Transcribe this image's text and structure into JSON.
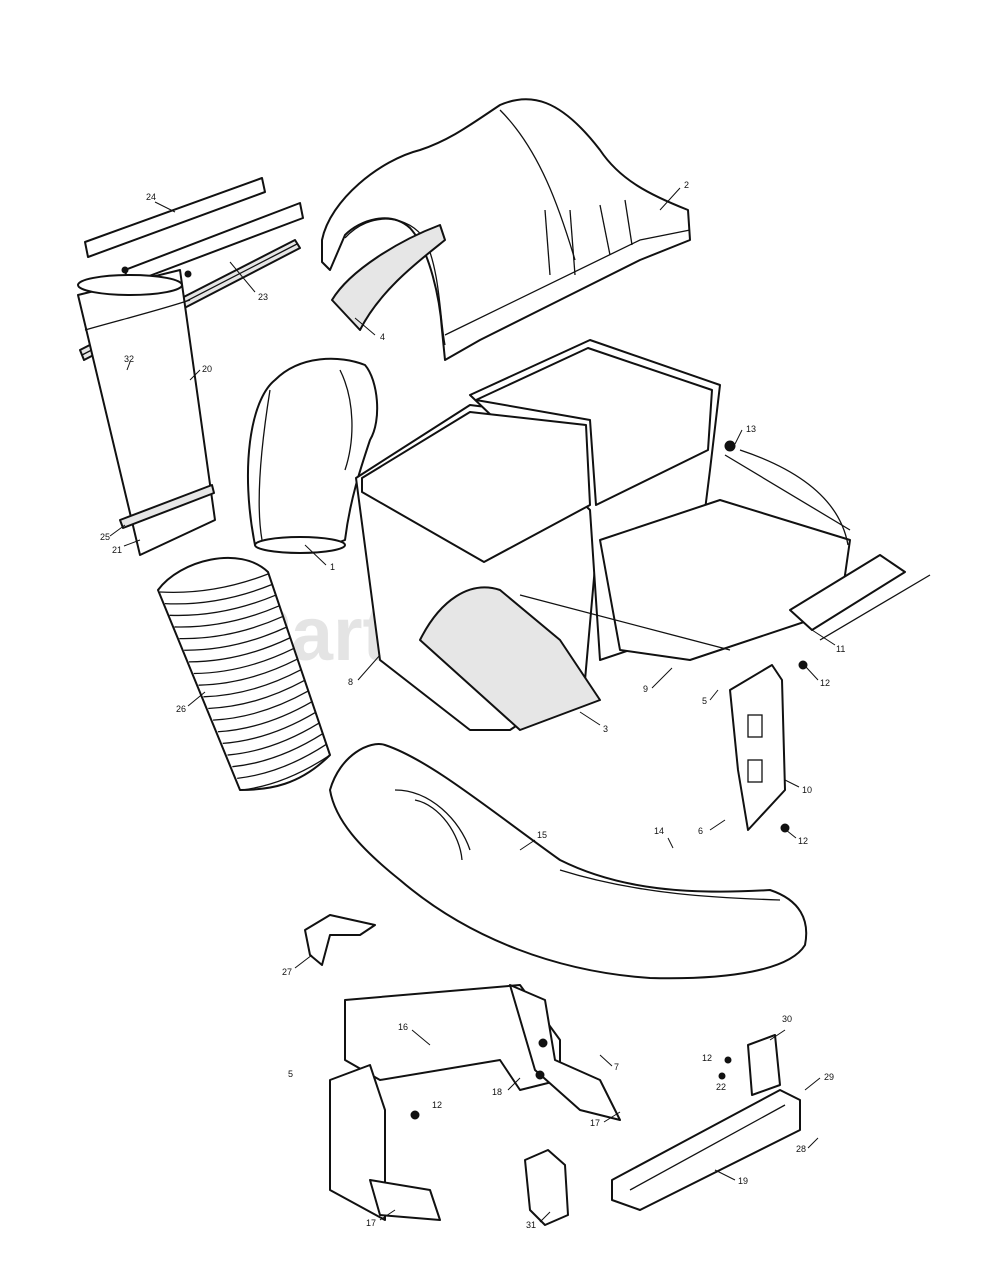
{
  "watermark": "PartsTree",
  "callouts": {
    "p1": "1",
    "p2": "2",
    "p3": "3",
    "p4": "4",
    "p5a": "5",
    "p5b": "5",
    "p6": "6",
    "p7": "7",
    "p8": "8",
    "p9": "9",
    "p10": "10",
    "p11": "11",
    "p12a": "12",
    "p12b": "12",
    "p12c": "12",
    "p12d": "12",
    "p13": "13",
    "p14": "14",
    "p15": "15",
    "p16": "16",
    "p17a": "17",
    "p17b": "17",
    "p18": "18",
    "p19": "19",
    "p20": "20",
    "p21": "21",
    "p22": "22",
    "p23": "23",
    "p24": "24",
    "p25": "25",
    "p26": "26",
    "p27": "27",
    "p28": "28",
    "p29": "29",
    "p30": "30",
    "p31": "31",
    "p32": "32"
  }
}
